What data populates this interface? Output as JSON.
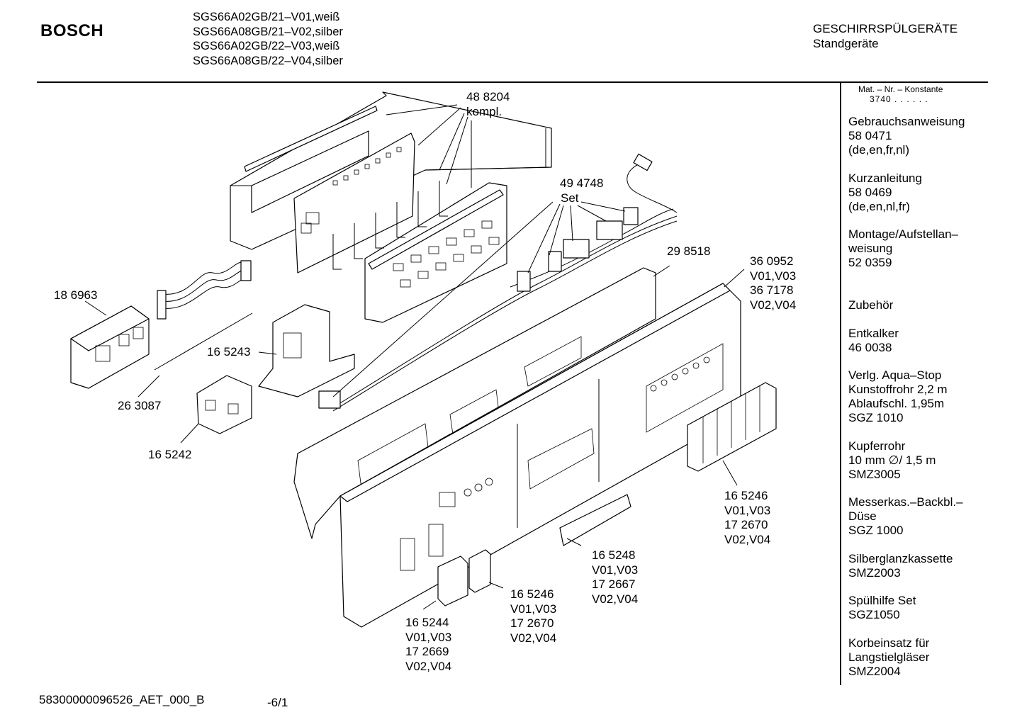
{
  "header": {
    "brand": "BOSCH",
    "models": [
      "SGS66A02GB/21–V01,weiß",
      "SGS66A08GB/21–V02,silber",
      "SGS66A02GB/22–V03,weiß",
      "SGS66A08GB/22–V04,silber"
    ],
    "category": "GESCHIRRSPÜLGERÄTE",
    "subcategory": "Standgeräte"
  },
  "sidebar": {
    "constant_label": "Mat. – Nr. – Konstante",
    "constant_value": "3740",
    "constant_dots": ". . . . . .",
    "items": [
      {
        "lines": [
          "Gebrauchsanweisung",
          "58 0471",
          "(de,en,fr,nl)"
        ]
      },
      {
        "lines": [
          "Kurzanleitung",
          "58 0469",
          "(de,en,nl,fr)"
        ]
      },
      {
        "lines": [
          "Montage/Aufstellan–",
          "weisung",
          "52 0359"
        ]
      },
      {
        "lines": [
          "Zubehör"
        ]
      },
      {
        "lines": [
          "Entkalker",
          "46 0038"
        ]
      },
      {
        "lines": [
          "Verlg. Aqua–Stop",
          "Kunstoffrohr 2,2 m",
          "Ablaufschl. 1,95m",
          "SGZ 1010"
        ]
      },
      {
        "lines": [
          "Kupferrohr",
          "10 mm ∅/ 1,5 m",
          "SMZ3005"
        ]
      },
      {
        "lines": [
          "Messerkas.–Backbl.–",
          "Düse",
          "SGZ 1000"
        ]
      },
      {
        "lines": [
          "Silberglanzkassette",
          "SMZ2003"
        ]
      },
      {
        "lines": [
          "Spülhilfe Set",
          "SGZ1050"
        ]
      },
      {
        "lines": [
          "Korbeinsatz für",
          "Langstielgläser",
          "SMZ2004"
        ]
      }
    ]
  },
  "parts": {
    "p488204": {
      "lines": [
        "48 8204",
        "kompl."
      ]
    },
    "p494748": {
      "lines": [
        "49 4748",
        "Set"
      ]
    },
    "p298518": {
      "lines": [
        "29 8518"
      ]
    },
    "p360952": {
      "lines": [
        "36 0952",
        "V01,V03",
        "36 7178",
        "V02,V04"
      ]
    },
    "p186963": {
      "lines": [
        "18 6963"
      ]
    },
    "p165243": {
      "lines": [
        "16 5243"
      ]
    },
    "p263087": {
      "lines": [
        "26 3087"
      ]
    },
    "p165242": {
      "lines": [
        "16 5242"
      ]
    },
    "p165246a": {
      "lines": [
        "16 5246",
        "V01,V03",
        "17 2670",
        "V02,V04"
      ]
    },
    "p165248": {
      "lines": [
        "16 5248",
        "V01,V03",
        "17 2667",
        "V02,V04"
      ]
    },
    "p165246b": {
      "lines": [
        "16 5246",
        "V01,V03",
        "17 2670",
        "V02,V04"
      ]
    },
    "p165244": {
      "lines": [
        "16 5244",
        "V01,V03",
        "17 2669",
        "V02,V04"
      ]
    }
  },
  "footer": {
    "code": "58300000096526_AET_000_B",
    "page": "-6/1"
  }
}
